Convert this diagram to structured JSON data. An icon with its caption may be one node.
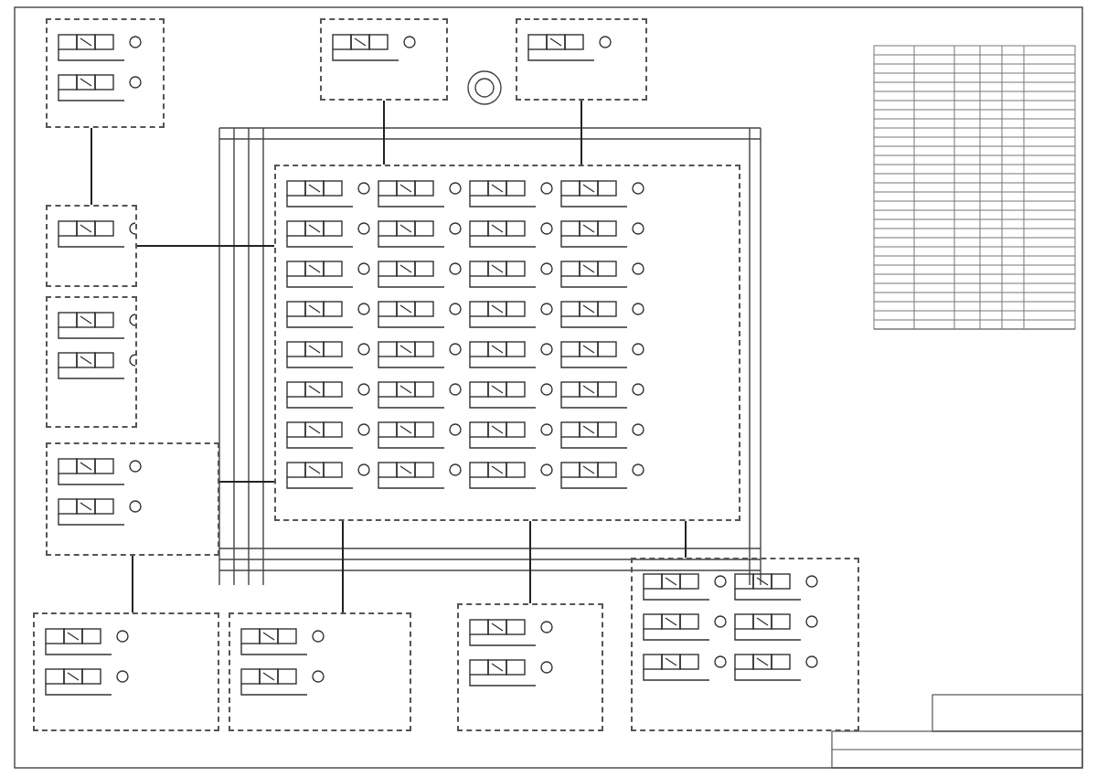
{
  "diagram": {
    "nodes": [
      {
        "text": [],
        "shape": "box"
      },
      {
        "text": [],
        "shape": "box"
      },
      {
        "text": [],
        "shape": "box"
      },
      {
        "text": [],
        "shape": "box"
      },
      {
        "text": [],
        "shape": "box"
      },
      {
        "text": [],
        "shape": "box"
      },
      {
        "text": [],
        "shape": "box"
      },
      {
        "text": [],
        "shape": "box"
      },
      {
        "text": [],
        "shape": "box"
      },
      {
        "text": [],
        "shape": "box"
      },
      {
        "text": [],
        "shape": "box"
      }
    ],
    "edges": [
      {
        "from": 1,
        "to": 3,
        "arrow": "none"
      },
      {
        "from": 2,
        "to": 3,
        "arrow": "none"
      },
      {
        "from": 4,
        "to": 3,
        "arrow": "none"
      },
      {
        "from": 6,
        "to": 3,
        "arrow": "none"
      },
      {
        "from": 6,
        "to": 7,
        "arrow": "none"
      },
      {
        "from": 3,
        "to": 8,
        "arrow": "none"
      },
      {
        "from": 3,
        "to": 9,
        "arrow": "none"
      },
      {
        "from": 3,
        "to": 10,
        "arrow": "none"
      },
      {
        "from": 0,
        "to": 4,
        "arrow": "none"
      }
    ]
  }
}
